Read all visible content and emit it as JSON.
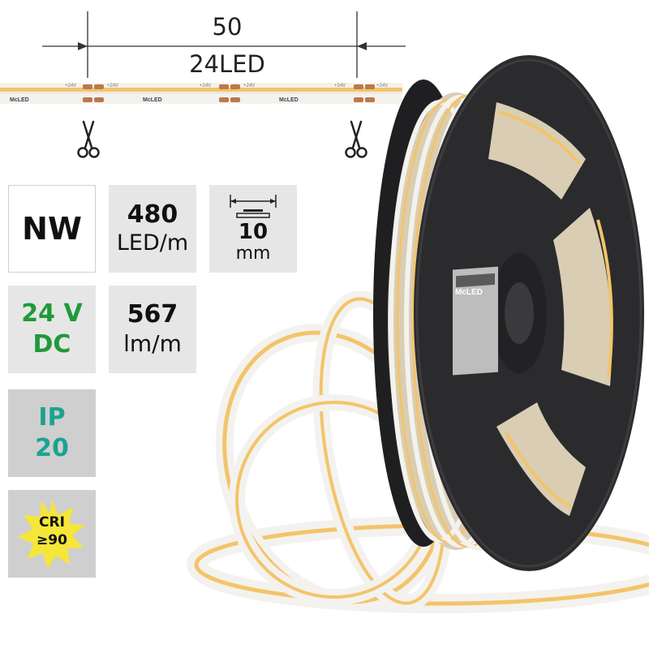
{
  "dimension": {
    "length": "50",
    "led_count": "24LED"
  },
  "strip": {
    "brand": "McLED",
    "voltage_mark": "+24V",
    "cut_icon": "scissors-icon"
  },
  "specs": {
    "color_temp": "NW",
    "led_density_value": "480",
    "led_density_unit": "LED/m",
    "width_value": "10",
    "width_unit": "mm",
    "voltage_value": "24 V",
    "voltage_type": "DC",
    "lumen_value": "567",
    "lumen_unit": "lm/m",
    "ip_label": "IP",
    "ip_value": "20",
    "cri_label": "CRI",
    "cri_value": "≥90"
  },
  "colors": {
    "strip_yellow": "#f3c46a",
    "strip_white": "#f4f2ee",
    "pad_copper": "#b9794a",
    "reel_dark": "#2b2b2d",
    "green": "#1f9a3a",
    "teal": "#1aa392",
    "cri_star": "#f5e63a"
  }
}
